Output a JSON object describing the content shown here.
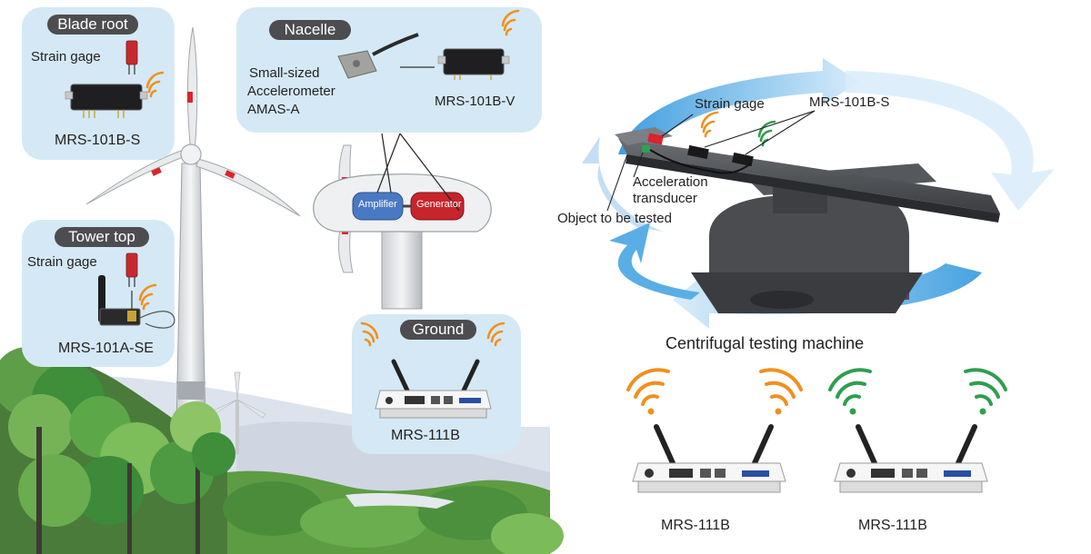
{
  "colors": {
    "panel": "#d4e9f5",
    "pill": "#4d4d4f",
    "wifi_orange": "#f0901e",
    "wifi_green": "#2e9e4f",
    "arrow_blue": "#5aaee6",
    "red_accent": "#d9252b"
  },
  "blade_root": {
    "title": "Blade root",
    "strain_gage": "Strain gage",
    "device": "MRS-101B-S"
  },
  "nacelle": {
    "title": "Nacelle",
    "sensor_line1": "Small-sized",
    "sensor_line2": "Accelerometer",
    "sensor_line3": "AMAS-A",
    "device": "MRS-101B-V",
    "amplifier": "Amplifier",
    "generator": "Generator"
  },
  "tower_top": {
    "title": "Tower top",
    "strain_gage": "Strain gage",
    "device": "MRS-101A-SE"
  },
  "ground": {
    "title": "Ground",
    "device": "MRS-111B"
  },
  "centrifuge": {
    "strain_gage": "Strain gage",
    "device": "MRS-101B-S",
    "accel_line1": "Acceleration",
    "accel_line2": "transducer",
    "object": "Object to be tested",
    "caption": "Centrifugal testing machine"
  },
  "receivers": {
    "left": "MRS-111B",
    "right": "MRS-111B"
  },
  "icons": [
    "wifi-orange-icon",
    "wifi-green-icon",
    "strain-gage-icon",
    "transmitter-icon",
    "receiver-icon",
    "wind-turbine-icon",
    "tree-icon"
  ]
}
